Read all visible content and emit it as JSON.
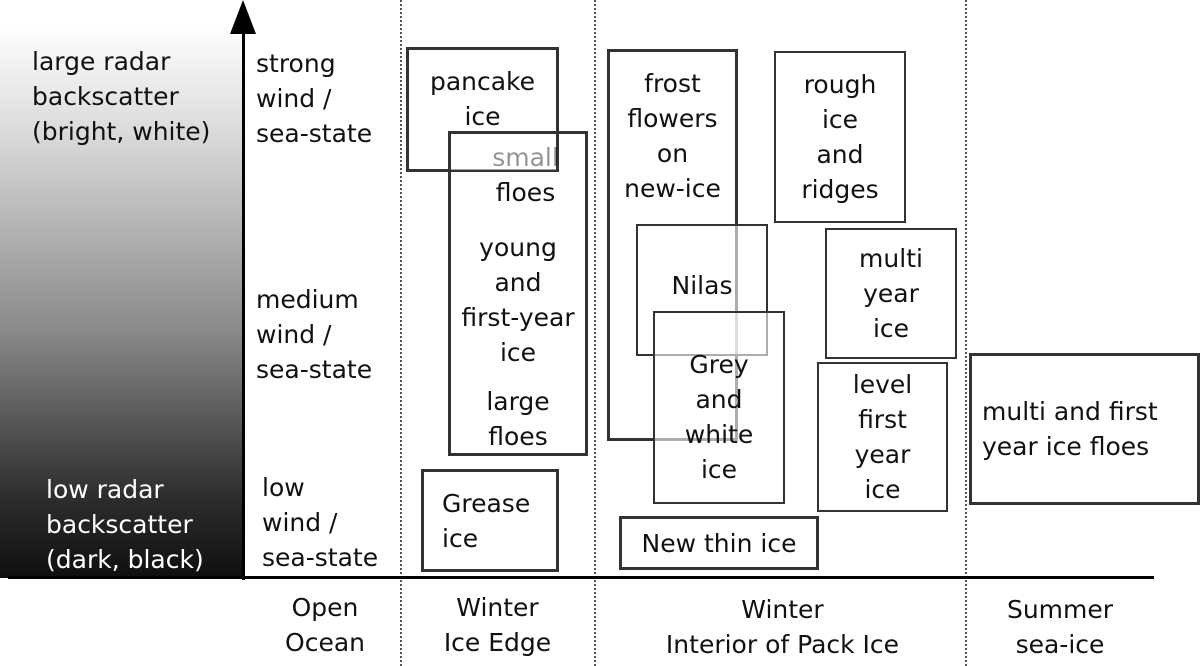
{
  "y_axis": {
    "backscatter_high": "large radar\nbackscatter\n(bright, white)",
    "backscatter_low": "low radar\nbackscatter\n(dark, black)",
    "wind_strong": "strong\nwind /\nsea-state",
    "wind_medium": "medium\nwind /\nsea-state",
    "wind_low": "low\nwind /\nsea-state"
  },
  "x_axis": {
    "categories": [
      "Open\nOcean",
      "Winter\nIce Edge",
      "Winter\nInterior of Pack Ice",
      "Summer\nsea-ice"
    ]
  },
  "boxes": {
    "pancake_ice": "pancake\nice",
    "floes_column": "small\nfloes\n\nyoung\nand\nfirst-year\nice\n\nlarge\nfloes",
    "small_floes": "small\nfloes",
    "young_fy_ice": "young\nand\nfirst-year\nice",
    "large_floes": "large\nfloes",
    "grease_ice": "Grease\nice",
    "frost_flowers": "frost\nflowers\non\nnew-ice",
    "rough_ice": "rough\nice\nand\nridges",
    "nilas": "Nilas",
    "multi_year_ice": "multi\nyear\nice",
    "grey_white_ice": "Grey\nand\nwhite\nice",
    "level_fy_ice": "level\nfirst\nyear\nice",
    "new_thin_ice": "New thin ice",
    "summer_floes": "multi and first\nyear ice floes"
  },
  "colors": {
    "gradient_top": "#ffffff",
    "gradient_bottom": "#0f0f0f",
    "box_border": "#333333",
    "axis": "#000000"
  }
}
